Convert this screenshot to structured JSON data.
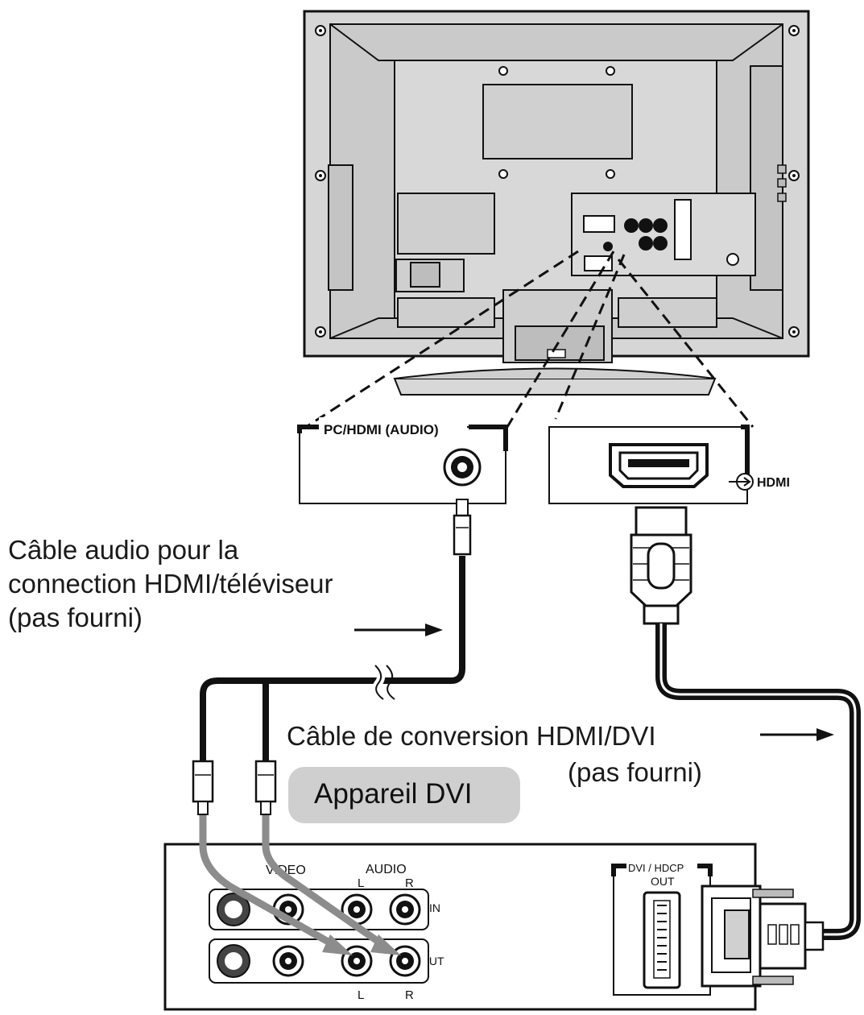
{
  "tv_port_labels": {
    "pc_hdmi_audio": "PC/HDMI (AUDIO)",
    "hdmi": "HDMI"
  },
  "captions": {
    "audio_cable": [
      "Câble audio pour la",
      "connection HDMI/téléviseur",
      "(pas fourni)"
    ],
    "conversion_cable_line1": "Câble de conversion HDMI/DVI",
    "conversion_cable_line2": "(pas fourni)"
  },
  "device": {
    "name": "Appareil DVI",
    "video_label": "VIDEO",
    "audio_label": "AUDIO",
    "left_label": "L",
    "right_label": "R",
    "in_label": "IN",
    "out_label": "OUT",
    "dvi_label": "DVI / HDCP",
    "dvi_out_label": "OUT"
  },
  "colors": {
    "ink": "#111111",
    "tv_body": "#d6d6d6",
    "pill": "#cfcfcf",
    "arrow_gray": "#8c8c8c"
  }
}
